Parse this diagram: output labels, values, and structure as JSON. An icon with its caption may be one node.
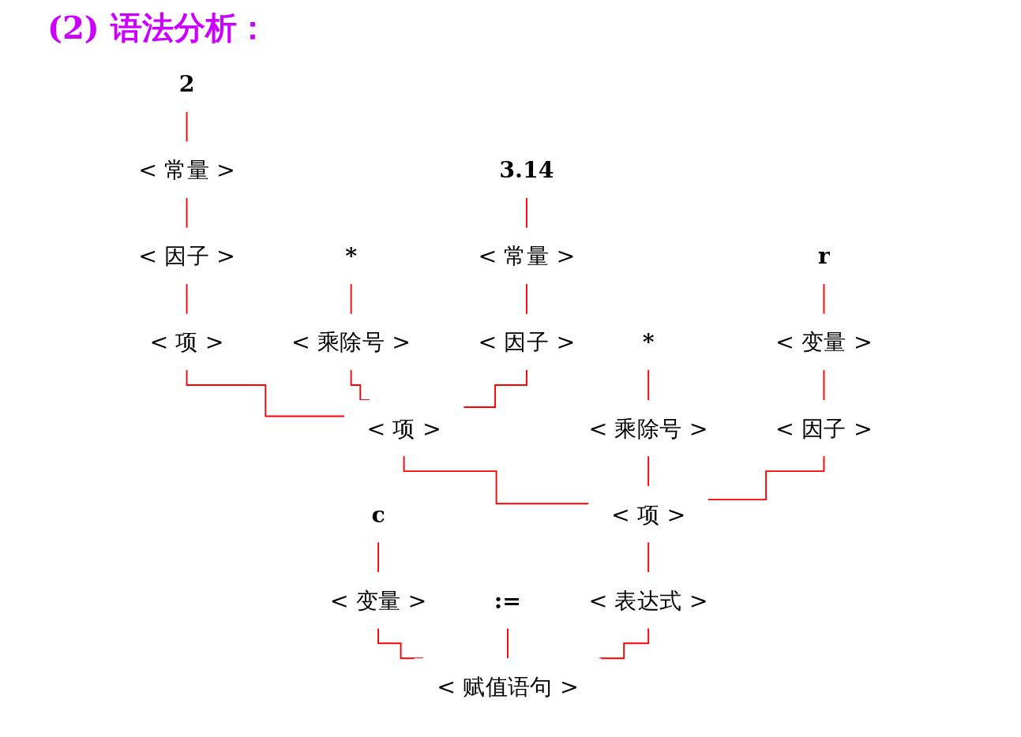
{
  "diagram": {
    "title": "(2) 语法分析：",
    "nodes": [
      {
        "text": [
          "c"
        ]
      },
      {
        "text": [
          ":="
        ]
      },
      {
        "text": [
          "2"
        ]
      },
      {
        "text": [
          "*"
        ]
      },
      {
        "text": [
          "3.14"
        ]
      },
      {
        "text": [
          "*"
        ]
      },
      {
        "text": [
          "r"
        ]
      },
      {
        "text": [
          "< 变量 >"
        ]
      },
      {
        "text": [
          "< 常量 >"
        ]
      },
      {
        "text": [
          "< 乘除号 >"
        ]
      },
      {
        "text": [
          "< 常量 >"
        ]
      },
      {
        "text": [
          "< 乘除号 >"
        ]
      },
      {
        "text": [
          "< 变量 >"
        ]
      },
      {
        "text": [
          "< 因子 >"
        ]
      },
      {
        "text": [
          "< 因子 >"
        ]
      },
      {
        "text": [
          "< 因子 >"
        ]
      },
      {
        "text": [
          "< 项 >"
        ]
      },
      {
        "text": [
          "< 项 >"
        ]
      },
      {
        "text": [
          "< 项 >"
        ]
      },
      {
        "text": [
          "< 表达式 >"
        ]
      },
      {
        "text": [
          "< 赋值语句 >"
        ]
      }
    ],
    "edges": [
      {
        "from": 0,
        "to": 7,
        "arrow": "none"
      },
      {
        "from": 2,
        "to": 8,
        "arrow": "none"
      },
      {
        "from": 3,
        "to": 9,
        "arrow": "none"
      },
      {
        "from": 4,
        "to": 10,
        "arrow": "none"
      },
      {
        "from": 5,
        "to": 11,
        "arrow": "none"
      },
      {
        "from": 6,
        "to": 12,
        "arrow": "none"
      },
      {
        "from": 8,
        "to": 13,
        "arrow": "none"
      },
      {
        "from": 10,
        "to": 14,
        "arrow": "none"
      },
      {
        "from": 12,
        "to": 15,
        "arrow": "none"
      },
      {
        "from": 13,
        "to": 16,
        "arrow": "none"
      },
      {
        "from": 16,
        "to": 17,
        "arrow": "none"
      },
      {
        "from": 9,
        "to": 17,
        "arrow": "none"
      },
      {
        "from": 14,
        "to": 17,
        "arrow": "none"
      },
      {
        "from": 17,
        "to": 18,
        "arrow": "none"
      },
      {
        "from": 11,
        "to": 18,
        "arrow": "none"
      },
      {
        "from": 15,
        "to": 18,
        "arrow": "none"
      },
      {
        "from": 18,
        "to": 19,
        "arrow": "none"
      },
      {
        "from": 7,
        "to": 20,
        "arrow": "none"
      },
      {
        "from": 1,
        "to": 20,
        "arrow": "none"
      },
      {
        "from": 19,
        "to": 20,
        "arrow": "none"
      }
    ]
  }
}
